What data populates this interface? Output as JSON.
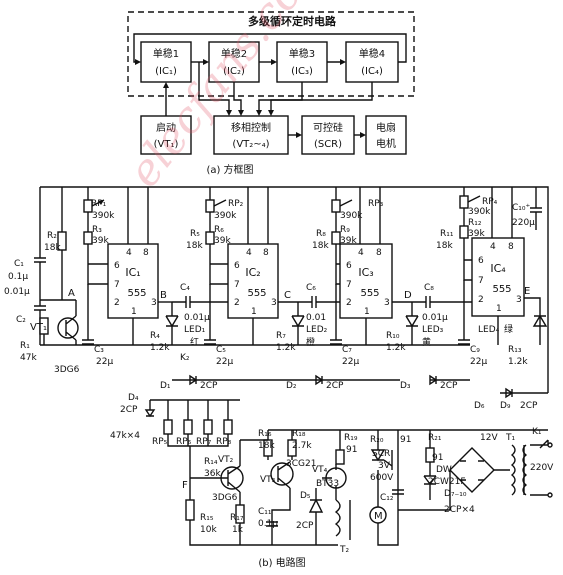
{
  "block_diagram": {
    "outer_label": "多级循环定时电路",
    "blocks": [
      {
        "line1": "单稳1",
        "line2": "(IC₁)"
      },
      {
        "line1": "单稳2",
        "line2": "(IC₂)"
      },
      {
        "line1": "单稳3",
        "line2": "(IC₃)"
      },
      {
        "line1": "单稳4",
        "line2": "(IC₄)"
      }
    ],
    "start": {
      "line1": "启动",
      "line2": "(VT₁)"
    },
    "phase": {
      "line1": "移相控制",
      "line2": "(VT₂~₄)"
    },
    "scr": {
      "line1": "可控硅",
      "line2": "(SCR)"
    },
    "motor": {
      "line1": "电扇",
      "line2": "电机"
    },
    "caption": "(a) 方框图"
  },
  "circuit": {
    "caption": "(b) 电路图",
    "ics": [
      {
        "name": "IC₁",
        "chip": "555",
        "p6": "6",
        "p4": "4",
        "p8": "8",
        "p7": "7",
        "p2": "2",
        "p3": "3",
        "p1": "1"
      },
      {
        "name": "IC₂",
        "chip": "555",
        "p6": "6",
        "p4": "4",
        "p8": "8",
        "p7": "7",
        "p2": "2",
        "p3": "3",
        "p1": "1"
      },
      {
        "name": "IC₃",
        "chip": "555",
        "p6": "6",
        "p4": "4",
        "p8": "8",
        "p7": "7",
        "p2": "2",
        "p3": "3",
        "p1": "1"
      },
      {
        "name": "IC₄",
        "chip": "555",
        "p6": "6",
        "p4": "4",
        "p8": "8",
        "p7": "7",
        "p2": "2",
        "p3": "3",
        "p1": "1"
      }
    ],
    "labels": {
      "rp1": "RP₁",
      "v390a": "390k",
      "r3": "R₃",
      "v39a": "39k",
      "rp2": "RP₂",
      "v390b": "390k",
      "r6": "R₆",
      "v39b": "39k",
      "rp3": "RP₃",
      "v390c": "390k",
      "r9": "R₉",
      "v39c": "39k",
      "rp4": "RP₄",
      "v390d": "390k",
      "r12": "R₁₂",
      "v39d": "39k",
      "c10": "C₁₀⁺",
      "v220u": "220μ",
      "r2": "R₂",
      "v18a": "18k",
      "r5": "R₅",
      "v18b": "18k",
      "r8": "R₈",
      "v18c": "18k",
      "r11": "R₁₁",
      "v18d": "18k",
      "c1": "C₁",
      "v01u": "0.1μ",
      "v001u": "0.01μ",
      "c2": "C₂",
      "ptA": "A",
      "vt1": "VT₁",
      "r1": "R₁",
      "v47k": "47k",
      "dg6a": "3DG6",
      "c3": "C₃",
      "v22a": "22μ",
      "ptB": "B",
      "c4": "C₄",
      "v001b": "0.01μ",
      "led1": "LED₁",
      "red": "红",
      "r4": "R₄",
      "v12a": "1.2k",
      "k2": "K₂",
      "c5": "C₅",
      "v22b": "22μ",
      "ptC": "C",
      "c6": "C₆",
      "v001c": "0.01",
      "led2": "LED₂",
      "orange": "橙",
      "r7": "R₇",
      "v12b": "1.2k",
      "c7": "C₇",
      "v22c": "22μ",
      "ptD": "D",
      "c8": "C₈",
      "v001d": "0.01μ",
      "led3": "LED₃",
      "yellow": "黄",
      "r10": "R₁₀",
      "v12c": "1.2k",
      "c9": "C₉",
      "v22d": "22μ",
      "ptE": "E",
      "led4": "LED₄",
      "green": "绿",
      "r13": "R₁₃",
      "v12d": "1.2k",
      "d1": "D₁",
      "cp1": "2CP",
      "d2": "D₂",
      "cp2": "2CP",
      "d3": "D₃",
      "cp3": "2CP",
      "d6": "D₆",
      "d9": "D₉",
      "cp9": "2CP",
      "d4": "D₄",
      "cp4": "2CP",
      "v47x4": "47k×4",
      "rp5": "RP₅",
      "rp6": "RP₆",
      "rp7": "RP₇",
      "rp8": "RP₈",
      "r14": "R₁₄",
      "v36k": "36k",
      "ptF": "F",
      "vt2": "VT₂",
      "dg6b": "3DG6",
      "r15": "R₁₅",
      "v10k": "10k",
      "r17": "R₁₇",
      "v1k": "1k",
      "r16": "R₁₆",
      "v18k": "18k",
      "r18": "R₁₈",
      "v27k": "2.7k",
      "cg21": "3CG21",
      "vt3": "VT₃",
      "c11": "C₁₁",
      "v01b": "0.1μ",
      "d5": "D₅",
      "cp5": "2CP",
      "r19": "R₁₉",
      "v91a": "91",
      "vt4": "VT₄",
      "bt33": "BT33",
      "t2": "T₂",
      "r20": "R₂₀",
      "v91b": "91",
      "scr": "SCR",
      "v3v": "3V",
      "v600": "600V",
      "c12": "C₁₂",
      "m": "M",
      "r21": "R₂₁",
      "v91c": "91",
      "dw": "DW",
      "cw21f": "2CW21F",
      "d710": "D₇₋₁₀",
      "cp4x": "2CP×4",
      "v12v": "12V",
      "t1": "T₁",
      "k1": "K₁",
      "v220": "220V"
    }
  }
}
